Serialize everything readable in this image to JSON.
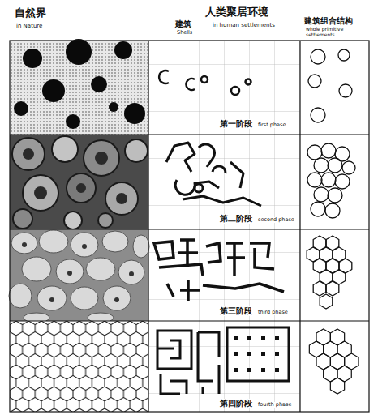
{
  "diagram": {
    "labels": [
      "自然界",
      "in Nature",
      "建筑",
      "Shells",
      "人类聚居环境",
      "in human settlements",
      "建筑组合结构",
      "whole primitive settlements",
      "第一阶段",
      "first phase",
      "第二阶段",
      "second phase",
      "第三阶段",
      "third phase",
      "第四阶段",
      "fourth phase"
    ]
  }
}
